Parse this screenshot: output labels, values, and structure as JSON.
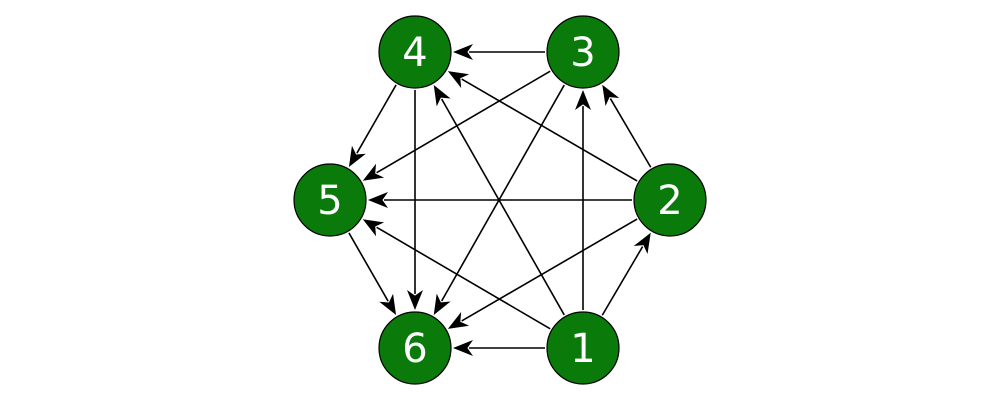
{
  "graph": {
    "directed": true,
    "nodes": [
      {
        "id": "1",
        "label": "1"
      },
      {
        "id": "2",
        "label": "2"
      },
      {
        "id": "3",
        "label": "3"
      },
      {
        "id": "4",
        "label": "4"
      },
      {
        "id": "5",
        "label": "5"
      },
      {
        "id": "6",
        "label": "6"
      }
    ],
    "edges": [
      {
        "from": "1",
        "to": "2"
      },
      {
        "from": "1",
        "to": "3"
      },
      {
        "from": "1",
        "to": "4"
      },
      {
        "from": "1",
        "to": "5"
      },
      {
        "from": "1",
        "to": "6"
      },
      {
        "from": "2",
        "to": "3"
      },
      {
        "from": "2",
        "to": "4"
      },
      {
        "from": "2",
        "to": "5"
      },
      {
        "from": "2",
        "to": "6"
      },
      {
        "from": "3",
        "to": "4"
      },
      {
        "from": "3",
        "to": "5"
      },
      {
        "from": "3",
        "to": "6"
      },
      {
        "from": "4",
        "to": "5"
      },
      {
        "from": "4",
        "to": "6"
      },
      {
        "from": "5",
        "to": "6"
      }
    ]
  },
  "colors": {
    "node_fill": "#0a7a0a",
    "node_stroke": "#000000",
    "label": "#ffffff",
    "edge": "#000000"
  }
}
